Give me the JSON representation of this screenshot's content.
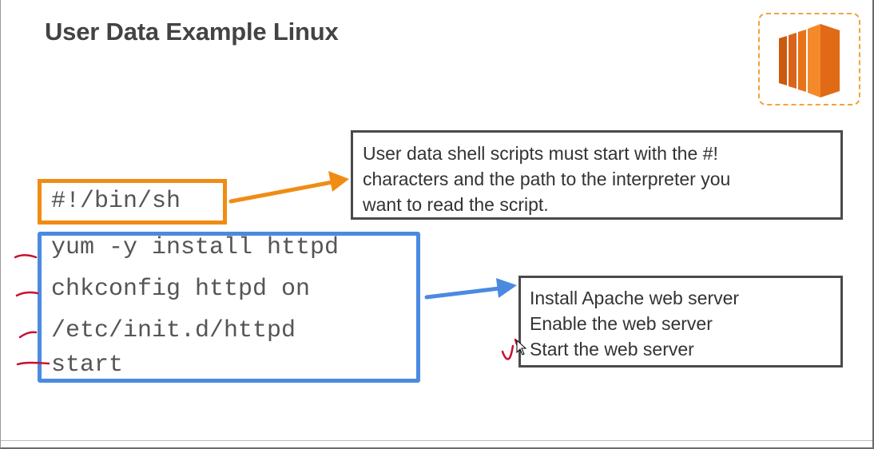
{
  "slide": {
    "title": "User Data Example Linux"
  },
  "code": {
    "shebang": "#!/bin/sh",
    "lines": [
      "yum -y install httpd",
      "chkconfig httpd on",
      "/etc/init.d/httpd",
      "start"
    ]
  },
  "notes": {
    "shebang_note": [
      "User data shell scripts must start with the #!",
      "characters and the path to the interpreter you",
      "want to read the script."
    ],
    "commands_note": [
      "Install Apache web server",
      "Enable the web server",
      "Start the web server"
    ]
  },
  "icons": {
    "logo": "ec2-compute-icon",
    "arrow": "arrow-right-icon",
    "annotation": "pen-mark-icon",
    "cursor": "mouse-pointer-icon"
  },
  "colors": {
    "title": "#434343",
    "orange_accent": "#f08c14",
    "blue_accent": "#4a8ae0",
    "logo_orange": "#e8731a",
    "ink_red": "#c8102e"
  }
}
